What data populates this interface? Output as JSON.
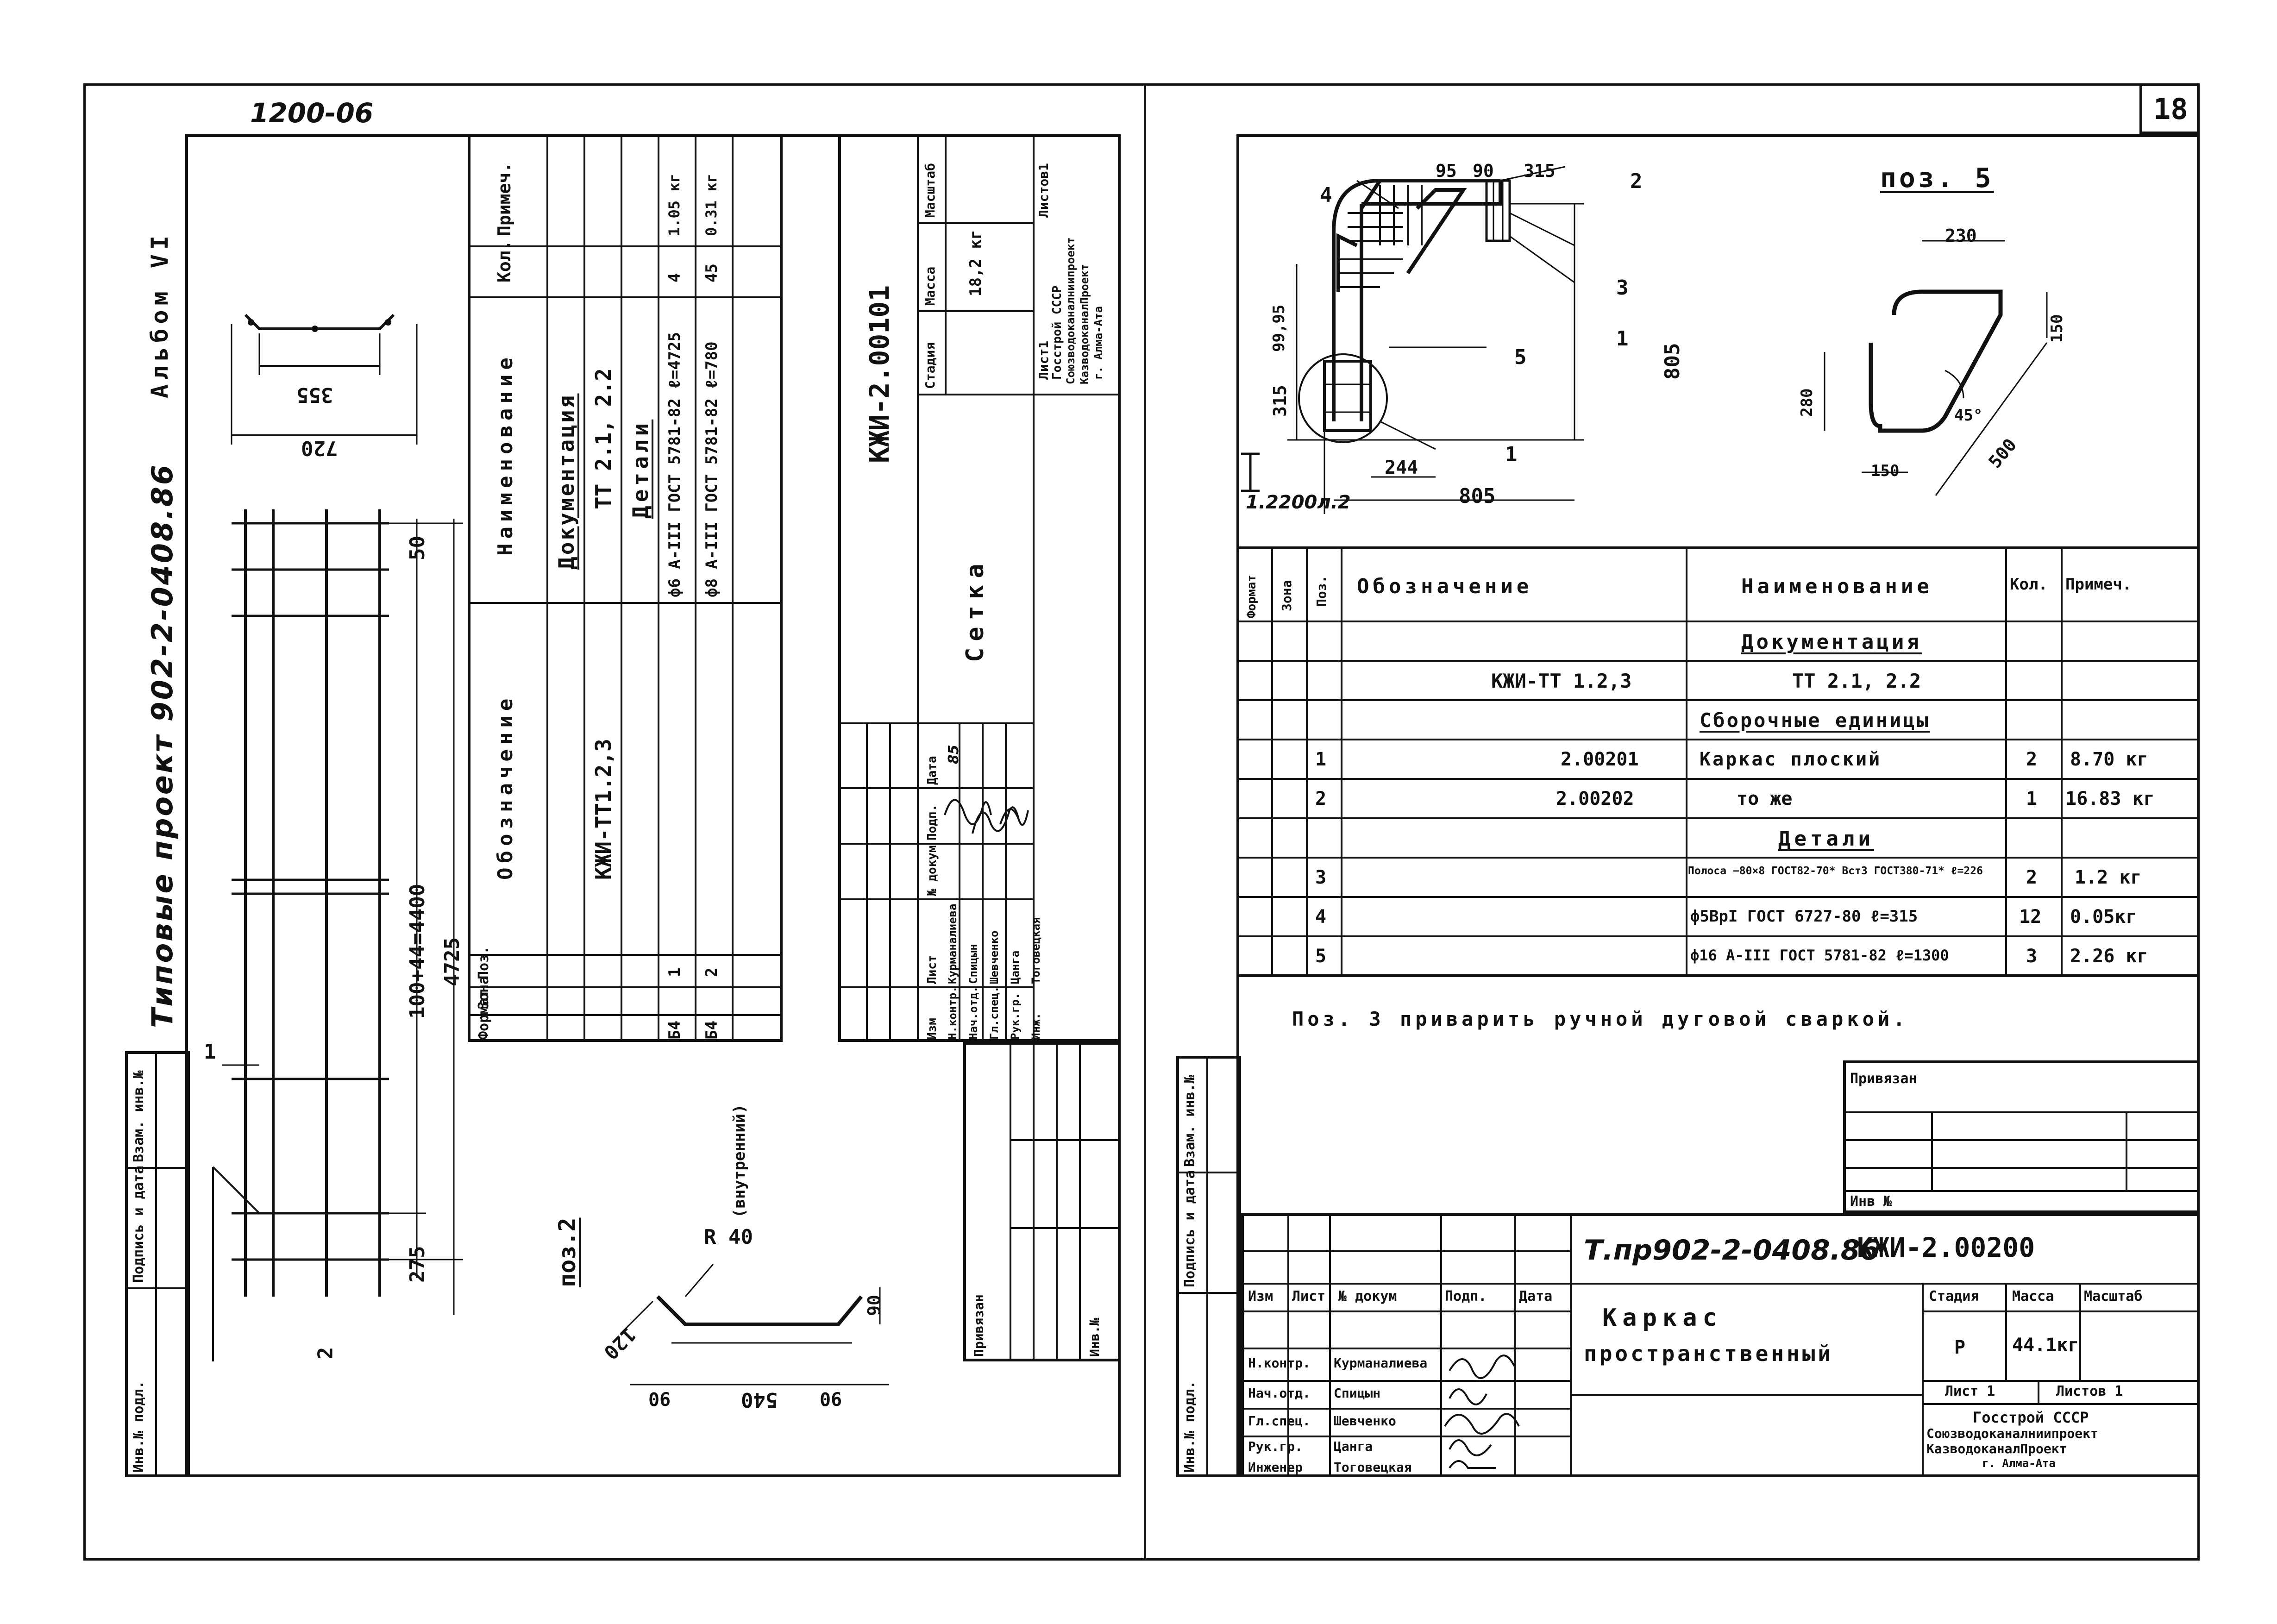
{
  "sheet_number": "18",
  "top_code": "1200-06",
  "left_sheet": {
    "album": "Альбом VI",
    "project_title": "Типовые проект 902-2-0408.86",
    "side_stamp": [
      "Инв.№ подл.",
      "Подпись и дата",
      "Взам. инв.№"
    ],
    "sketch_dims": {
      "top_width": "355",
      "bottom_width": "720"
    },
    "mesh_dims": {
      "d1": "50",
      "d2": "100+44=4400",
      "d3": "4725",
      "d4": "275",
      "mark1": "1",
      "mark2": "2"
    },
    "pos2": {
      "title": "поз.2",
      "radius": "R 40",
      "radius_note": "(внутренний)",
      "d_120": "120",
      "d_90a": "90",
      "d_540": "540",
      "d_90b": "90",
      "d_90c": "90"
    },
    "spec_headers": [
      "Формат",
      "Зона",
      "Поз.",
      "Обозначение",
      "Наименование",
      "Кол.",
      "Примеч."
    ],
    "spec_rows": [
      {
        "format": "",
        "zone": "",
        "pos": "",
        "code": "",
        "name": "Документация",
        "qty": "",
        "note": ""
      },
      {
        "format": "",
        "zone": "",
        "pos": "",
        "code": "КЖИ-ТТ1.2,3",
        "name": "ТТ 2.1, 2.2",
        "qty": "",
        "note": ""
      },
      {
        "format": "",
        "zone": "",
        "pos": "",
        "code": "",
        "name": "Детали",
        "qty": "",
        "note": ""
      },
      {
        "format": "Б4",
        "zone": "",
        "pos": "1",
        "code": "",
        "name": "ф6 А-III ГОСТ 5781-82  ℓ=4725",
        "qty": "4",
        "note": "1.05 кг"
      },
      {
        "format": "Б4",
        "zone": "",
        "pos": "2",
        "code": "",
        "name": "ф8 А-III ГОСТ 5781-82  ℓ=780",
        "qty": "45",
        "note": "0.31 кг"
      }
    ],
    "code": "КЖИ-2.00101",
    "name": "Сетка",
    "stage_headers": [
      "Стадия",
      "Масса",
      "Масштаб"
    ],
    "mass": "18,2 кг",
    "sheet": "Лист1",
    "sheets": "Листов1",
    "org": [
      "Госстрой СССР",
      "Союзводоканалниипроект",
      "КазводоканалПроект",
      "г. Алма-Ата"
    ],
    "sig_headers": [
      "Изм",
      "Лист",
      "№ докум",
      "Подп.",
      "Дата"
    ],
    "roles": [
      {
        "role": "Н.контр.",
        "name": "Курманалиева"
      },
      {
        "role": "Нач.отд.",
        "name": "Спицын"
      },
      {
        "role": "Гл.спец.",
        "name": "Шевченко"
      },
      {
        "role": "Рук.гр.",
        "name": "Цанга"
      },
      {
        "role": "Инж.",
        "name": "Тоговецкая"
      }
    ],
    "year": "85",
    "privyazan": "Привязан",
    "inv": "Инв.№"
  },
  "right_sheet": {
    "drawing_labels": {
      "l4": "4",
      "l2": "2",
      "l3": "3",
      "l1a": "1",
      "l5": "5",
      "l1b": "1",
      "d95": "95",
      "d90": "90",
      "d315a": "315",
      "d805v": "805",
      "d99": "99,95",
      "d315b": "315",
      "d244": "244",
      "d805h": "805",
      "section": "1.2200л.2"
    },
    "pos5": {
      "title": "поз. 5",
      "d230": "230",
      "d150a": "150",
      "d280": "280",
      "angle": "45°",
      "d150b": "150",
      "d500": "500"
    },
    "spec_headers": [
      "Формат",
      "Зона",
      "Поз.",
      "Обозначение",
      "Наименование",
      "Кол.",
      "Примеч."
    ],
    "spec_rows": [
      {
        "pos": "",
        "code": "",
        "name": "Документация",
        "qty": "",
        "note": ""
      },
      {
        "pos": "",
        "code": "КЖИ-ТТ 1.2,3",
        "name": "ТТ 2.1, 2.2",
        "qty": "",
        "note": ""
      },
      {
        "pos": "",
        "code": "",
        "name": "Сборочные единицы",
        "qty": "",
        "note": ""
      },
      {
        "pos": "1",
        "code": "2.00201",
        "name": "Каркас плоский",
        "qty": "2",
        "note": "8.70 кг"
      },
      {
        "pos": "2",
        "code": "2.00202",
        "name": "то же",
        "qty": "1",
        "note": "16.83 кг"
      },
      {
        "pos": "",
        "code": "",
        "name": "Детали",
        "qty": "",
        "note": ""
      },
      {
        "pos": "3",
        "code": "",
        "name": "Полоса −80×8 ГОСТ82-70* Вст3 ГОСТ380-71*  ℓ=226",
        "qty": "2",
        "note": "1.2 кг"
      },
      {
        "pos": "4",
        "code": "",
        "name": "ф5ВрI ГОСТ 6727-80  ℓ=315",
        "qty": "12",
        "note": "0.05кг"
      },
      {
        "pos": "5",
        "code": "",
        "name": "ф16 А-III ГОСТ 5781-82  ℓ=1300",
        "qty": "3",
        "note": "2.26 кг"
      }
    ],
    "note": "Поз. 3 приварить ручной дуговой сваркой.",
    "privyazan": "Привязан",
    "inv": "Инв №",
    "project_code": "Т.пр902-2-0408.86",
    "code": "КЖИ-2.00200",
    "name_line1": "Каркас",
    "name_line2": "пространственный",
    "stage_headers": [
      "Стадия",
      "Масса",
      "Масштаб"
    ],
    "stage": "Р",
    "mass": "44.1кг",
    "sheet": "Лист 1",
    "sheets": "Листов 1",
    "org": [
      "Госстрой СССР",
      "Союзводоканалниипроект",
      "КазводоканалПроект",
      "г. Алма-Ата"
    ],
    "sig_headers": [
      "Изм",
      "Лист",
      "№ докум",
      "Подп.",
      "Дата"
    ],
    "roles": [
      {
        "role": "Н.контр.",
        "name": "Курманалиева"
      },
      {
        "role": "Нач.отд.",
        "name": "Спицын"
      },
      {
        "role": "Гл.спец.",
        "name": "Шевченко"
      },
      {
        "role": "Рук.гр.",
        "name": "Цанга"
      },
      {
        "role": "Инженер",
        "name": "Тоговецкая"
      }
    ],
    "side_stamp": [
      "Инв.№ подл.",
      "Подпись и дата",
      "Взам. инв.№"
    ]
  }
}
